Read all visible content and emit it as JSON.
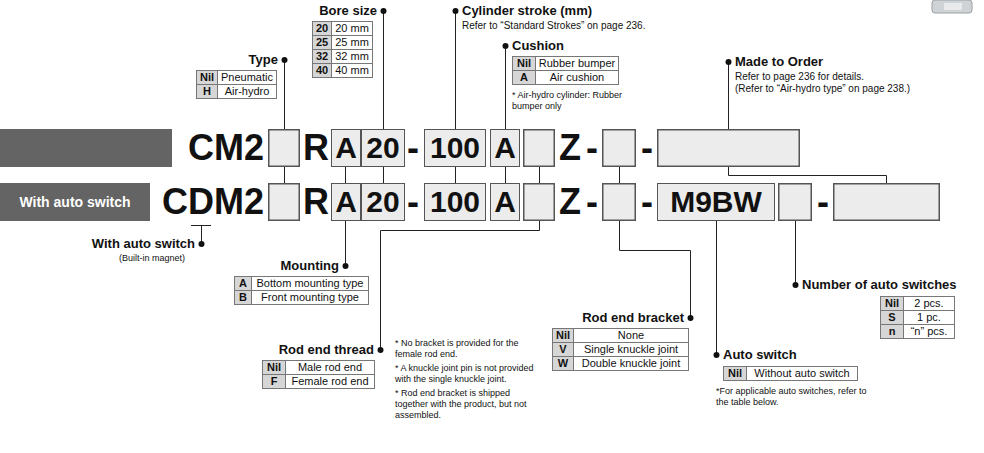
{
  "diagram": {
    "nodes": [
      {
        "text": [
          "A"
        ]
      },
      {
        "text": [
          "20"
        ]
      },
      {
        "text": [
          "100"
        ]
      },
      {
        "text": [
          "A"
        ]
      },
      {
        "text": [
          "With auto switch"
        ]
      },
      {
        "text": [
          "A"
        ]
      },
      {
        "text": [
          "20"
        ]
      },
      {
        "text": [
          "100"
        ]
      },
      {
        "text": [
          "A"
        ]
      },
      {
        "text": [
          "M9BW"
        ]
      }
    ],
    "labels": [
      "Bore size",
      "20",
      "20 mm",
      "25",
      "25 mm",
      "32",
      "32 mm",
      "40",
      "40 mm",
      "Cylinder stroke (mm)",
      "Refer to “Standard Strokes” on page 236.",
      "Cushion",
      "Nil",
      "Rubber bumper",
      "A",
      "Air cushion",
      "* Air-hydro cylinder: Rubber bumper only",
      "Made to Order",
      "Refer to page 236 for details.",
      "(Refer to “Air-hydro type” on page 238.)",
      "Type",
      "Nil",
      "Pneumatic",
      "H",
      "Air-hydro",
      "CM2",
      "R",
      "-",
      "Z",
      "-",
      "-",
      "CDM2",
      "R",
      "-",
      "Z",
      "-",
      "-",
      "-",
      "With auto switch",
      "(Built-in magnet)",
      "Mounting",
      "A",
      "Bottom mounting type",
      "B",
      "Front mounting type",
      "Rod end thread",
      "Nil",
      "Male rod end",
      "F",
      "Female rod end",
      "* No bracket is provided for the female rod end.",
      "* A knuckle joint pin is not provided with the single knuckle joint.",
      "* Rod end bracket is shipped together with the product, but not assembled.",
      "Rod end bracket",
      "Nil",
      "None",
      "V",
      "Single knuckle joint",
      "W",
      "Double knuckle joint",
      "Number of auto switches",
      "Nil",
      "2 pcs.",
      "S",
      "1 pc.",
      "n",
      "“n” pcs.",
      "Auto switch",
      "Nil",
      "Without auto switch",
      "*For applicable auto switches, refer to the table below."
    ]
  }
}
